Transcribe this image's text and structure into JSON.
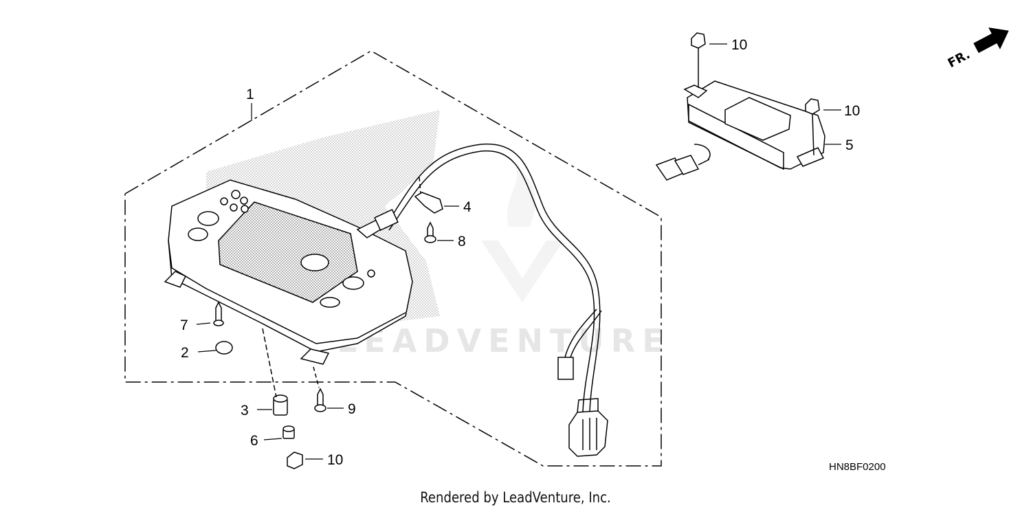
{
  "watermark": "LEADVENTURE",
  "direction_label": "FR.",
  "diagram_code": "HN8BF0200",
  "footer": "Rendered by LeadVenture, Inc.",
  "callouts": {
    "c1": "1",
    "c2": "2",
    "c3": "3",
    "c4": "4",
    "c5": "5",
    "c6": "6",
    "c7": "7",
    "c8": "8",
    "c9": "9",
    "c10a": "10",
    "c10b": "10",
    "c10c": "10"
  }
}
